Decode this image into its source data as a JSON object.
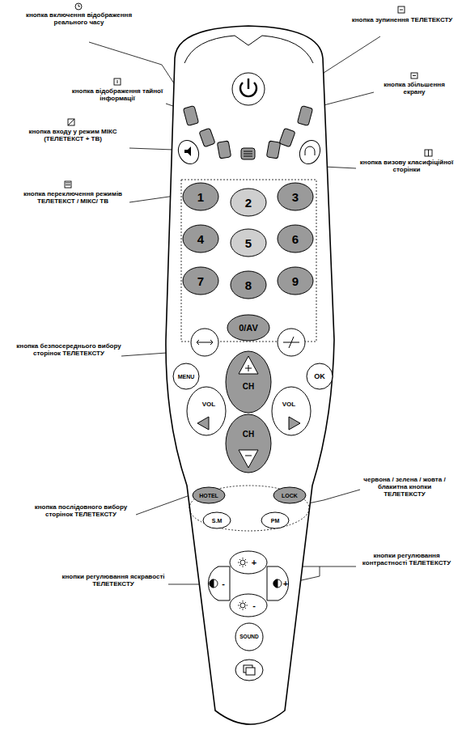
{
  "diagram": {
    "nodes": [
      {
        "text": [
          "1"
        ]
      },
      {
        "text": [
          "2"
        ]
      },
      {
        "text": [
          "3"
        ]
      },
      {
        "text": [
          "4"
        ]
      },
      {
        "text": [
          "5"
        ]
      },
      {
        "text": [
          "6"
        ]
      },
      {
        "text": [
          "7"
        ]
      },
      {
        "text": [
          "8"
        ]
      },
      {
        "text": [
          "9"
        ]
      },
      {
        "text": [
          "0/AV"
        ]
      },
      {
        "text": [
          "MENU"
        ]
      },
      {
        "text": [
          "CH"
        ]
      },
      {
        "text": [
          "OK"
        ]
      },
      {
        "text": [
          "VOL"
        ]
      },
      {
        "text": [
          "VOL"
        ]
      },
      {
        "text": [
          "CH"
        ]
      },
      {
        "text": [
          "HOTEL"
        ]
      },
      {
        "text": [
          "LOCK"
        ]
      },
      {
        "text": [
          "S.M"
        ]
      },
      {
        "text": [
          "PM"
        ]
      },
      {
        "text": [
          "+"
        ]
      },
      {
        "text": [
          "-"
        ]
      },
      {
        "text": [
          "+"
        ]
      },
      {
        "text": [
          "-"
        ]
      },
      {
        "text": [
          "SOUND"
        ]
      }
    ],
    "labels": [
      "кнопка включення відображення реального часу",
      "кнопка зупинення ТЕЛЕТЕКСТУ",
      "кнопка збільшення екрану",
      "кнопка відображення тайної інформації",
      "кнопка входу у режим МІКС (ТЕЛЕТЕКСТ + ТВ)",
      "кнопка визову класифіційної сторінки",
      "кнопка переключення режимів ТЕЛЕТЕКСТ / МІКС/ ТВ",
      "кнопка безпосереднього вибору сторінок ТЕЛЕТЕКСТУ",
      "кнопка послідовного вибору сторінок ТЕЛЕТЕКСТУ",
      "червона / зелена / жовта / блакитна кнопки ТЕЛЕТЕКСТУ",
      "кнопки регулювання контрастності ТЕЛЕТЕКСТУ",
      "кнопки регулювання яскравості ТЕЛЕТЕКСТУ"
    ]
  }
}
